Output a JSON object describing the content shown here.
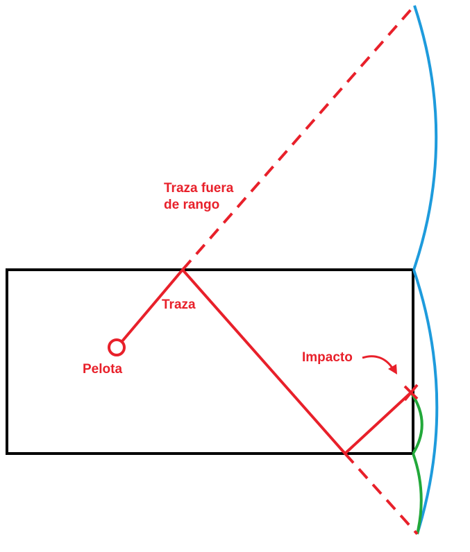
{
  "labels": {
    "out_of_range_line1": "Traza fuera",
    "out_of_range_line2": "de rango",
    "trace": "Traza",
    "ball": "Pelota",
    "impact": "Impacto"
  },
  "colors": {
    "background": "#ffffff",
    "box": "#000000",
    "trace": "#e8202a",
    "arc_blue": "#1e9bdc",
    "arc_green": "#22a83a"
  }
}
